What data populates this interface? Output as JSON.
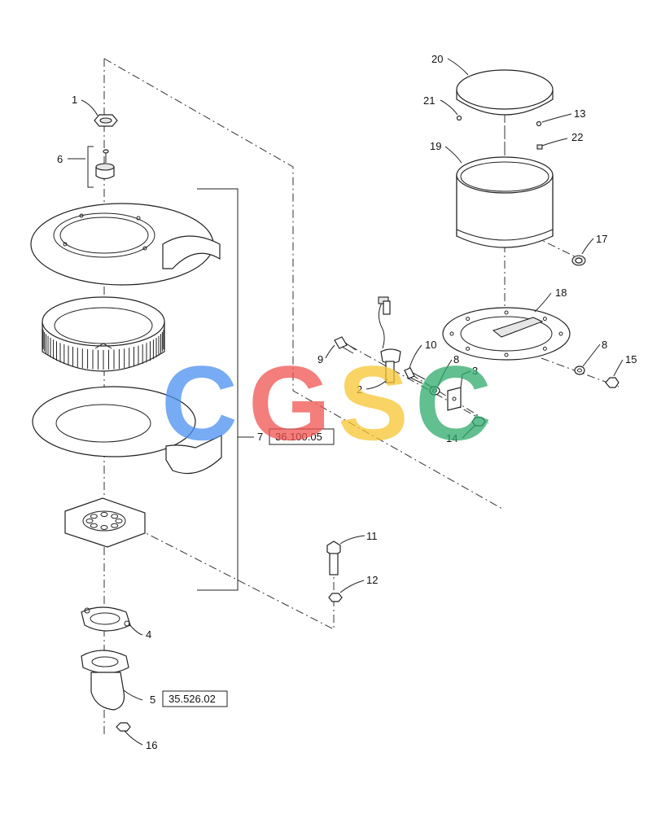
{
  "callouts": [
    {
      "id": "c1",
      "text": "1"
    },
    {
      "id": "c6",
      "text": "6"
    },
    {
      "id": "c7",
      "text": "7"
    },
    {
      "id": "c4",
      "text": "4"
    },
    {
      "id": "c5",
      "text": "5"
    },
    {
      "id": "c16",
      "text": "16"
    },
    {
      "id": "c20",
      "text": "20"
    },
    {
      "id": "c21",
      "text": "21"
    },
    {
      "id": "c13",
      "text": "13"
    },
    {
      "id": "c22",
      "text": "22"
    },
    {
      "id": "c19",
      "text": "19"
    },
    {
      "id": "c17",
      "text": "17"
    },
    {
      "id": "c18",
      "text": "18"
    },
    {
      "id": "c9",
      "text": "9"
    },
    {
      "id": "c10",
      "text": "10"
    },
    {
      "id": "c8a",
      "text": "8"
    },
    {
      "id": "c8b",
      "text": "8"
    },
    {
      "id": "c15",
      "text": "15"
    },
    {
      "id": "c2",
      "text": "2"
    },
    {
      "id": "c3",
      "text": "3"
    },
    {
      "id": "c14",
      "text": "14"
    },
    {
      "id": "c11",
      "text": "11"
    },
    {
      "id": "c12",
      "text": "12"
    }
  ],
  "references": {
    "r7": "36.100.05",
    "r5": "35.526.02"
  },
  "watermark": {
    "letters": [
      "C",
      "G",
      "S",
      "C"
    ],
    "colors": [
      "#4a8ff0",
      "#ef5350",
      "#f7c531",
      "#2eaa6a"
    ]
  }
}
